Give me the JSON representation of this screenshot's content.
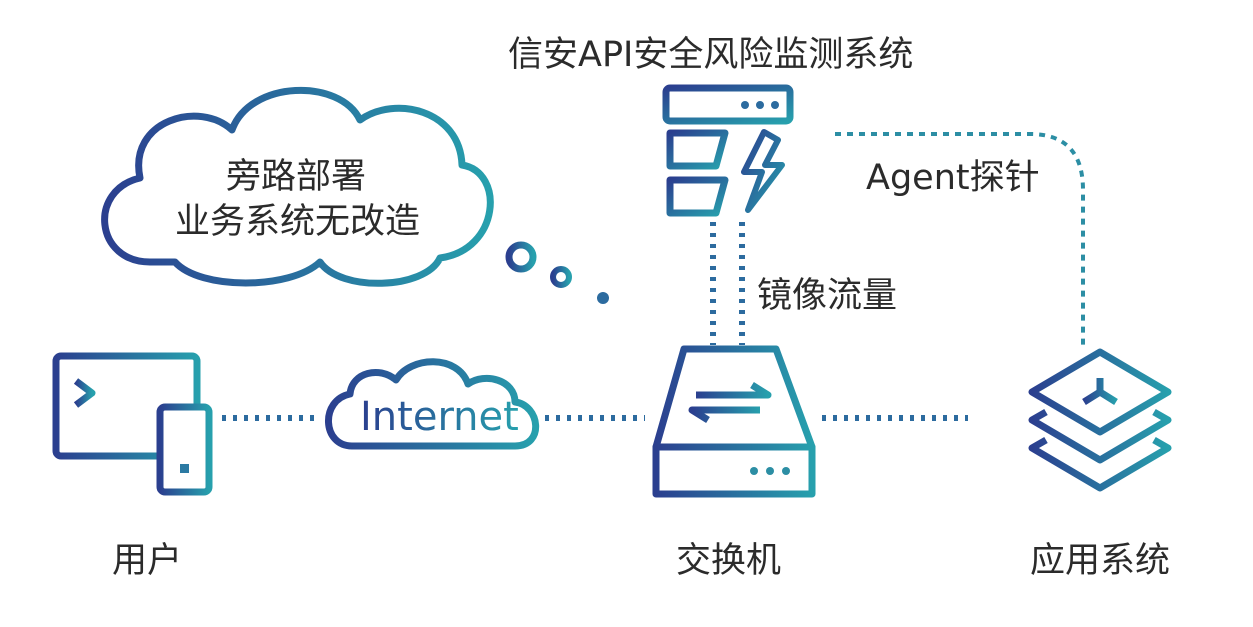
{
  "diagram": {
    "title": "信安API安全风险监测系统",
    "thought_line1": "旁路部署",
    "thought_line2": "业务系统无改造",
    "agent_label": "Agent探针",
    "mirror_label": "镜像流量",
    "internet_label": "Internet",
    "nodes": {
      "user": "用户",
      "switch": "交换机",
      "app": "应用系统"
    }
  },
  "colors": {
    "gradient_start": "#2b3f8f",
    "gradient_end": "#27a0ad",
    "text": "#2b2b2b"
  },
  "icons": [
    "server-icon",
    "lightning-icon",
    "computer-icon",
    "phone-icon",
    "cloud-icon",
    "switch-icon",
    "layers-icon"
  ]
}
